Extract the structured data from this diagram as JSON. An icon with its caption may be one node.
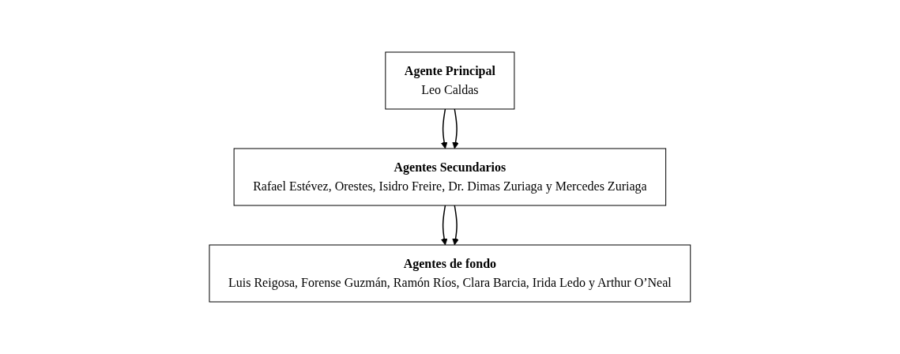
{
  "diagram": {
    "nodes": [
      {
        "text": [
          "Agente Principal",
          "Leo Caldas"
        ]
      },
      {
        "text": [
          "Agentes Secundarios",
          "Rafael Estévez, Orestes, Isidro Freire, Dr. Dimas Zuriaga y Mercedes Zuriaga"
        ]
      },
      {
        "text": [
          "Agentes de fondo",
          "Luis Reigosa, Forense Guzmán, Ramón Ríos, Clara Barcia, Irida Ledo y Arthur O’Neal"
        ]
      }
    ],
    "edges": [
      {
        "from": 0,
        "to": 1,
        "arrow": "to"
      },
      {
        "from": 0,
        "to": 1,
        "arrow": "to"
      },
      {
        "from": 1,
        "to": 2,
        "arrow": "to"
      },
      {
        "from": 1,
        "to": 2,
        "arrow": "to"
      }
    ]
  }
}
